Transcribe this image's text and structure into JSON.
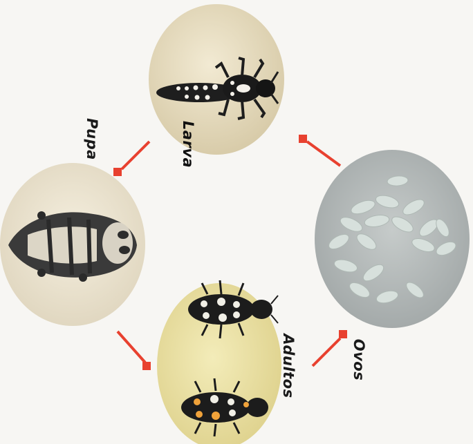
{
  "diagram": {
    "stages": {
      "larva": "Larva",
      "ovos": "Ovos",
      "adultos": "Adultos",
      "pupa": "Pupa"
    },
    "colors": {
      "arrow": "#e8412f",
      "larva_bg": "#e6dcc0",
      "ovos_bg": "#b7bdbd",
      "adultos_bg": "#ece3a6",
      "pupa_bg": "#ece5d2",
      "insect_dark": "#1e1e1e"
    },
    "icons": [
      "larva-photo",
      "eggs-photo",
      "adult-beetles-photo",
      "pupa-photo"
    ]
  }
}
